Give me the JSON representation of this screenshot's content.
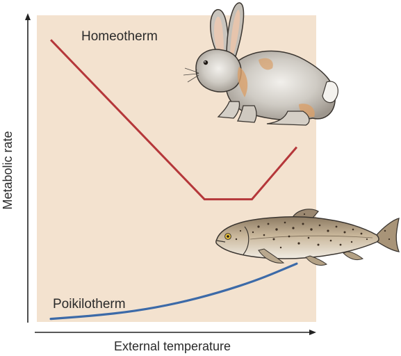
{
  "chart_data": {
    "type": "line",
    "title": "",
    "xlabel": "External temperature",
    "ylabel": "Metabolic rate",
    "xlim": [
      0,
      100
    ],
    "ylim": [
      0,
      100
    ],
    "grid": false,
    "series": [
      {
        "name": "Homeotherm",
        "color": "#b5373a",
        "points": [
          [
            5,
            92
          ],
          [
            60,
            40
          ],
          [
            77,
            40
          ],
          [
            93,
            57
          ]
        ],
        "illustration": "rabbit"
      },
      {
        "name": "Poikilotherm",
        "color": "#3c6aa8",
        "points": [
          [
            5,
            1
          ],
          [
            20,
            2
          ],
          [
            35,
            3.5
          ],
          [
            50,
            6
          ],
          [
            65,
            9.5
          ],
          [
            80,
            14
          ],
          [
            93,
            19
          ]
        ],
        "illustration": "trout"
      }
    ]
  },
  "colors": {
    "plot_background": "#f3e2cf",
    "axis": "#222222"
  }
}
